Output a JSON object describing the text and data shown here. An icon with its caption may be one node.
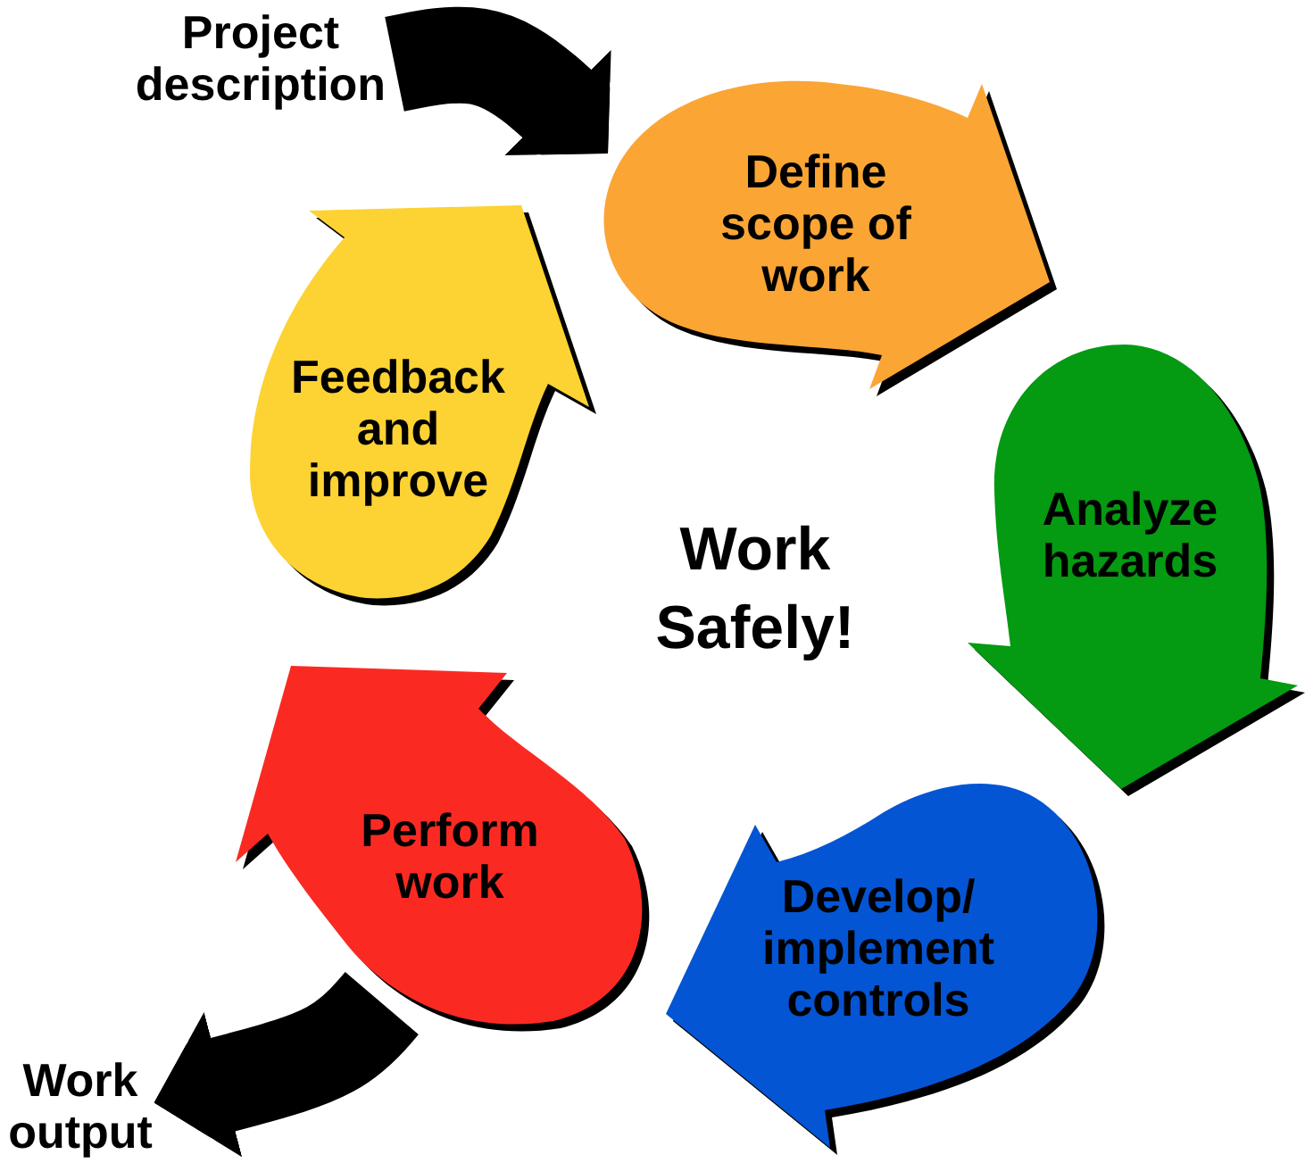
{
  "diagram": {
    "nodes": [
      {
        "text": [
          "Project description"
        ]
      },
      {
        "text": [
          "Define scope of work"
        ]
      },
      {
        "text": [
          "Analyze hazards"
        ]
      },
      {
        "text": [
          "Develop/ implement controls"
        ]
      },
      {
        "text": [
          "Perform work"
        ]
      },
      {
        "text": [
          "Feedback and improve"
        ]
      },
      {
        "text": [
          "Work output"
        ]
      }
    ],
    "edges": [
      {
        "from": 0,
        "to": 1,
        "arrow": "to"
      },
      {
        "from": 4,
        "to": 6,
        "arrow": "to"
      }
    ],
    "labels": [
      "Work Safely!"
    ]
  }
}
